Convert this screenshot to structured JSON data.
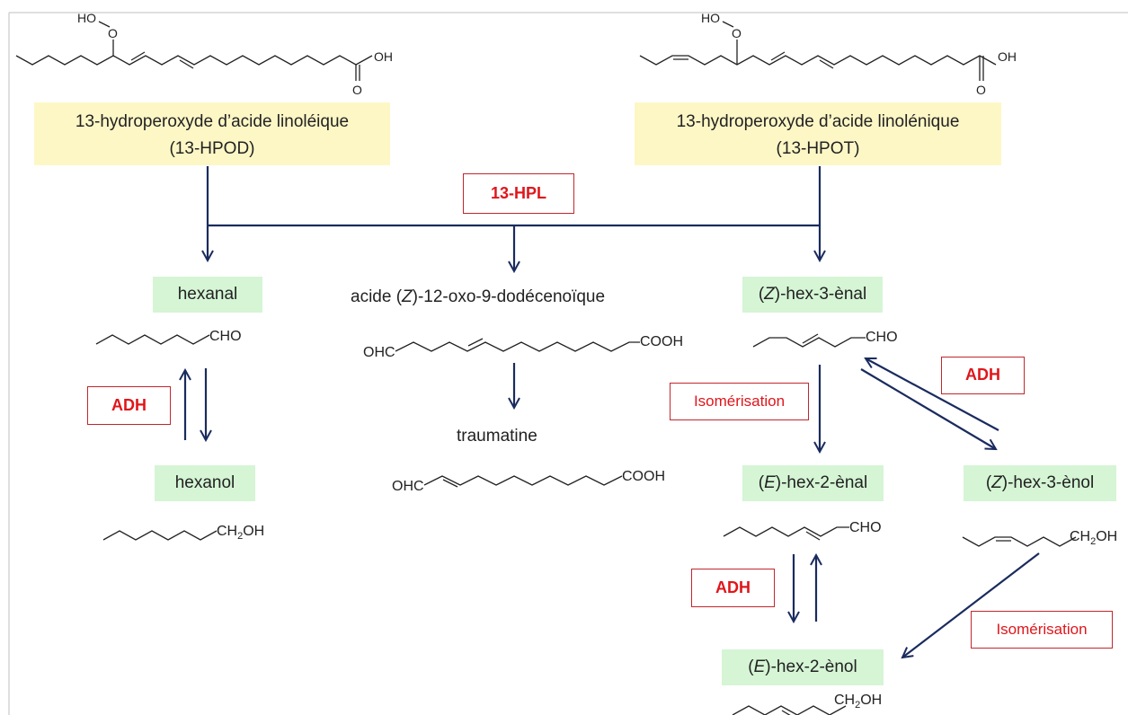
{
  "substrates": {
    "hpod": {
      "line1": "13-hydroperoxyde d’acide linoléique",
      "line2": "(13-HPOD)"
    },
    "hpot": {
      "line1": "13-hydroperoxyde d’acide linolénique",
      "line2": "(13-HPOT)"
    }
  },
  "enzymes": {
    "hpl": "13-HPL",
    "adh": "ADH",
    "isomerisation": "Isomérisation"
  },
  "products": {
    "hexanal": "hexanal",
    "hexanol": "hexanol",
    "dodecenoic_acid": {
      "prefix": "acide (",
      "italic": "Z",
      "suffix": ")-12-oxo-9-dodécenoïque"
    },
    "traumatine": "traumatine",
    "z_hex_3_enal": {
      "prefix": "(",
      "italic": "Z",
      "suffix": ")-hex-3-ènal"
    },
    "e_hex_2_enal": {
      "prefix": "(",
      "italic": "E",
      "suffix": ")-hex-2-ènal"
    },
    "z_hex_3_enol": {
      "prefix": "(",
      "italic": "Z",
      "suffix": ")-hex-3-ènol"
    },
    "e_hex_2_enol": {
      "prefix": "(",
      "italic": "E",
      "suffix": ")-hex-2-ènol"
    }
  },
  "chem_labels": {
    "hooh": "HO",
    "o": "O",
    "oh": "OH",
    "o_double": "O",
    "cho": "CHO",
    "cooh": "COOH",
    "ohc": "OHC",
    "ch2oh_main": "CH",
    "ch2oh_sub": "2",
    "ch2oh_end": "OH"
  },
  "colors": {
    "substrate_bg": "#fdf7c6",
    "product_bg": "#d5f5d5",
    "enzyme_text": "#e0161b",
    "enzyme_border": "#c0272d",
    "arrow": "#1a2b5e"
  }
}
